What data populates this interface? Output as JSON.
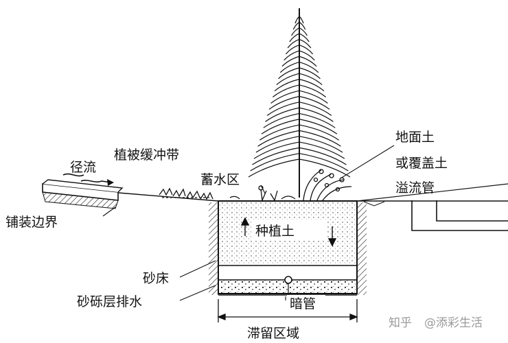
{
  "labels": {
    "runoff": "径流",
    "buffer": "植被缓冲带",
    "storage": "蓄水区",
    "paving_edge": "铺装边界",
    "surface_soil_1": "地面土",
    "surface_soil_2": "或覆盖土",
    "overflow_pipe": "溢流管",
    "planting_soil": "种植土",
    "sand_bed": "砂床",
    "gravel_drain": "砂砾层排水",
    "underdrain": "暗管",
    "retention_area": "滞留区域"
  },
  "watermark": {
    "platform": "知乎",
    "author": "@添彩生活"
  },
  "colors": {
    "ink": "#111111",
    "watermark": "#9a9a9a"
  }
}
